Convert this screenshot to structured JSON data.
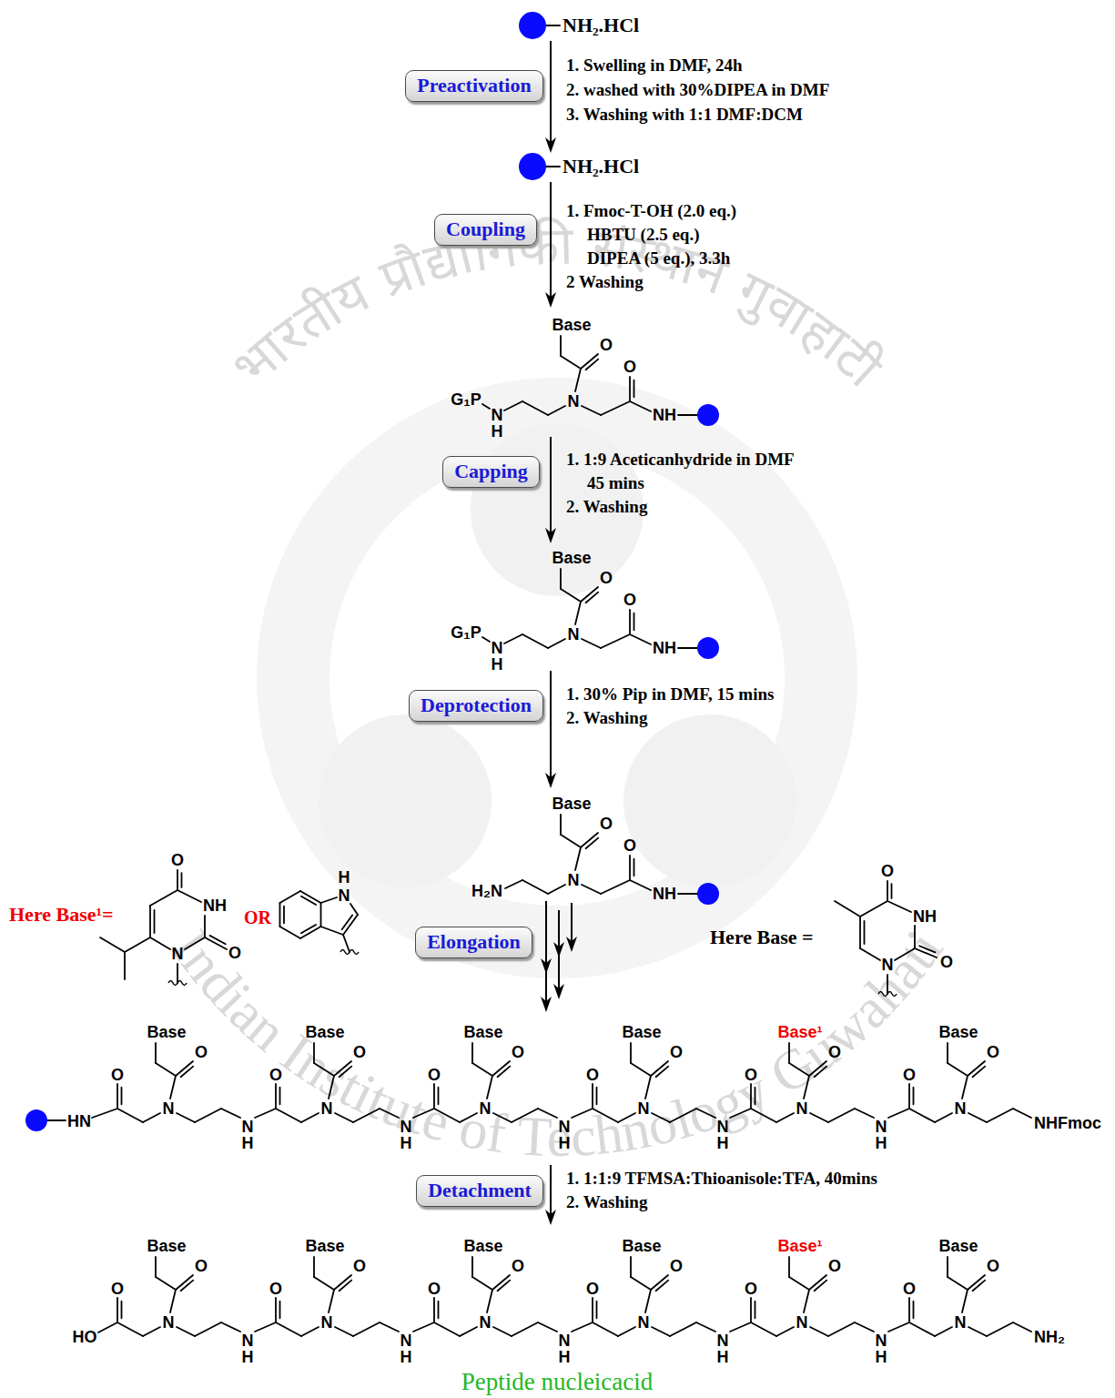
{
  "diagram": {
    "caption": "Peptide nucleicacid",
    "nodes": [
      {
        "text": [
          "Preactivation"
        ]
      },
      {
        "text": [
          "Coupling"
        ]
      },
      {
        "text": [
          "Capping"
        ]
      },
      {
        "text": [
          "Deprotection"
        ]
      },
      {
        "text": [
          "Elongation"
        ]
      },
      {
        "text": [
          "Detachment"
        ]
      }
    ],
    "labels": [
      "NH₂.HCl",
      "1. Swelling in DMF, 24h",
      "2. washed with 30%DIPEA in DMF",
      "3. Washing with 1:1 DMF:DCM",
      "NH₂.HCl",
      "1. Fmoc-T-OH (2.0 eq.)",
      "HBTU (2.5 eq.)",
      "DIPEA (5 eq.), 3.3h",
      "2 Washing",
      "Base",
      "O",
      "O",
      "G₁P",
      "N",
      "H",
      "N",
      "NH",
      "1. 1:9 Aceticanhydride in DMF",
      "45 mins",
      "2. Washing",
      "Base",
      "O",
      "O",
      "G₁P",
      "N",
      "H",
      "N",
      "NH",
      "1. 30% Pip in DMF, 15 mins",
      "2. Washing",
      "Base",
      "O",
      "O",
      "H₂N",
      "N",
      "NH",
      "Here Base¹=",
      "O",
      "NH",
      "O",
      "N",
      "OR",
      "H",
      "N",
      "Here Base =",
      "O",
      "NH",
      "O",
      "N",
      "HN",
      "O",
      "Base",
      "O",
      "N",
      "N",
      "H",
      "O",
      "Base",
      "O",
      "N",
      "N",
      "H",
      "O",
      "Base",
      "O",
      "N",
      "N",
      "H",
      "O",
      "Base",
      "O",
      "N",
      "N",
      "H",
      "O",
      "Base¹",
      "O",
      "N",
      "N",
      "H",
      "O",
      "Base",
      "O",
      "N",
      "NHFmoc",
      "1. 1:1:9 TFMSA:Thioanisole:TFA, 40mins",
      "2. Washing",
      "HO",
      "O",
      "Base",
      "O",
      "N",
      "N",
      "H",
      "O",
      "Base",
      "O",
      "N",
      "N",
      "H",
      "O",
      "Base",
      "O",
      "N",
      "N",
      "H",
      "O",
      "Base",
      "O",
      "N",
      "N",
      "H",
      "O",
      "Base¹",
      "O",
      "N",
      "N",
      "H",
      "O",
      "Base",
      "O",
      "N",
      "NH₂",
      "भारतीय प्रौद्योगिकी संस्थान गुवाहाटी",
      "Indian Institute of Technology Guwahati"
    ]
  }
}
